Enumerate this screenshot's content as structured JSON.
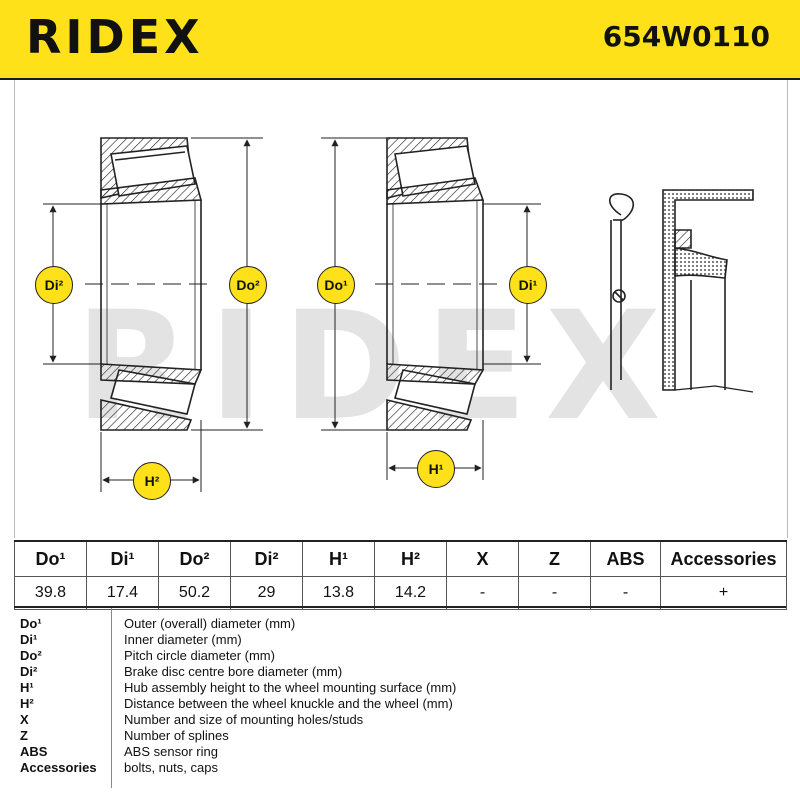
{
  "header": {
    "brand": "RIDEX",
    "part_number": "654W0110"
  },
  "diagram": {
    "watermark": "RIDEX",
    "labels": {
      "left_di2": "Di²",
      "left_do2": "Do²",
      "left_h2": "H²",
      "right_do1": "Do¹",
      "right_di1": "Di¹",
      "right_h1": "H¹"
    }
  },
  "spec_table": {
    "headers": [
      "Do¹",
      "Di¹",
      "Do²",
      "Di²",
      "H¹",
      "H²",
      "X",
      "Z",
      "ABS",
      "Accessories"
    ],
    "values": [
      "39.8",
      "17.4",
      "50.2",
      "29",
      "13.8",
      "14.2",
      "-",
      "-",
      "-",
      "+"
    ]
  },
  "legend": [
    {
      "code": "Do¹",
      "desc": "Outer (overall) diameter (mm)"
    },
    {
      "code": "Di¹",
      "desc": "Inner diameter (mm)"
    },
    {
      "code": "Do²",
      "desc": "Pitch circle diameter (mm)"
    },
    {
      "code": "Di²",
      "desc": "Brake disc centre bore diameter (mm)"
    },
    {
      "code": "H¹",
      "desc": "Hub assembly height to the wheel mounting surface (mm)"
    },
    {
      "code": "H²",
      "desc": "Distance between the wheel knuckle and the wheel (mm)"
    },
    {
      "code": "X",
      "desc": "Number and size of mounting holes/studs"
    },
    {
      "code": "Z",
      "desc": "Number of splines"
    },
    {
      "code": "ABS",
      "desc": "ABS sensor ring"
    },
    {
      "code": "Accessories",
      "desc": "bolts, nuts, caps"
    }
  ]
}
